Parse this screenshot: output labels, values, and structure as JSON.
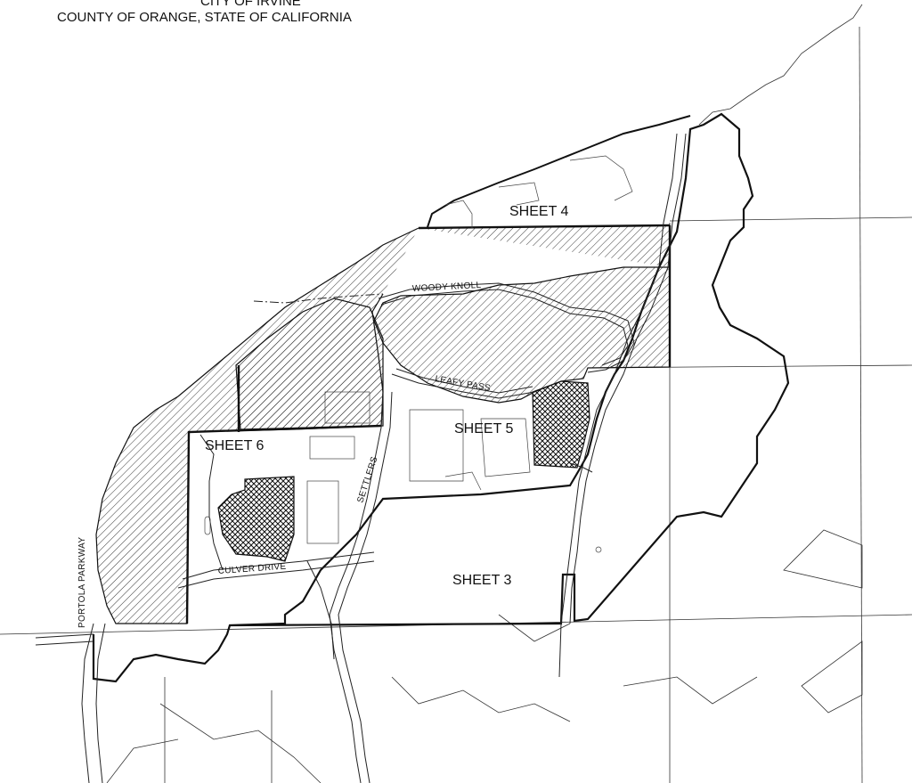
{
  "header": {
    "partial_line": "CITY OF IRVINE",
    "county_line": "COUNTY OF ORANGE, STATE OF CALIFORNIA"
  },
  "sheets": {
    "sheet3": "SHEET 3",
    "sheet4": "SHEET 4",
    "sheet5": "SHEET 5",
    "sheet6": "SHEET 6"
  },
  "streets": {
    "woody_knoll": "WOODY KNOLL",
    "leafy_pass": "LEAFY PASS",
    "settlers": "SETTLERS",
    "culver_drive": "CULVER DRIVE",
    "portola_parkway": "PORTOLA PARKWAY"
  },
  "colors": {
    "ink": "#111111",
    "paper": "#ffffff"
  }
}
